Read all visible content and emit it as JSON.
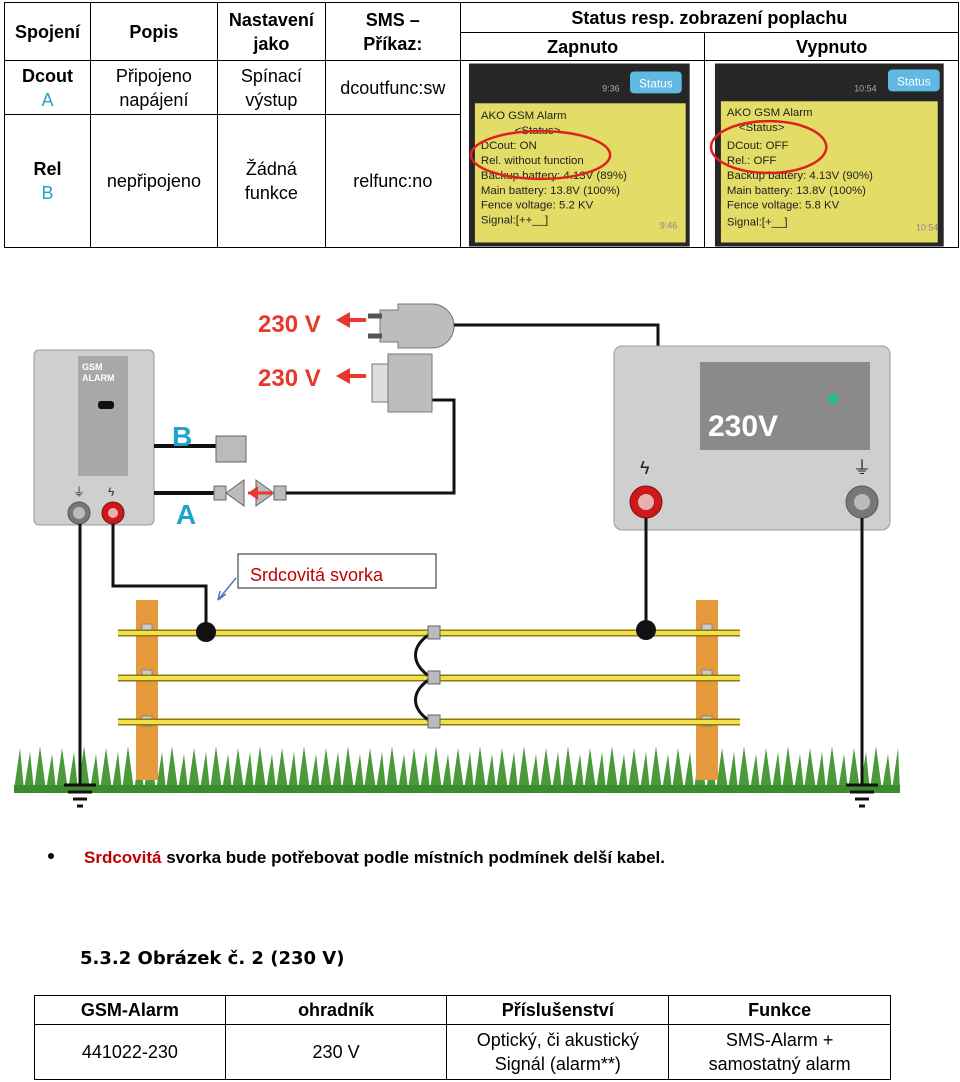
{
  "top_table": {
    "headers": {
      "spojeni": "Spojení",
      "popis": "Popis",
      "nastaveni": "Nastavení jako",
      "sms": "SMS – Příkaz:",
      "status": "Status resp. zobrazení poplachu",
      "zapnuto": "Zapnuto",
      "vypnuto": "Vypnuto"
    },
    "rows": [
      {
        "spojeni": "Dcout",
        "letter": "A",
        "popis": "Připojeno napájení",
        "nastaveni": "Spínací výstup",
        "sms": "dcoutfunc:sw"
      },
      {
        "spojeni": "Rel",
        "letter": "B",
        "popis": "nepřipojeno",
        "nastaveni": "Žádná funkce",
        "sms": "relfunc:no"
      }
    ],
    "screens": {
      "on": {
        "status_btn": "Status",
        "time": "9:36",
        "time2": "9:46",
        "lines": [
          "AKO GSM Alarm",
          "<Status>",
          "DCout: ON",
          "Rel. without function",
          "Backup battery: 4.13V (89%)",
          "Main battery: 13.8V (100%)",
          "Fence voltage: 5.2 KV",
          "Signal:[++__]"
        ]
      },
      "off": {
        "status_btn": "Status",
        "time": "10:54",
        "time2": "10:54",
        "lines": [
          "AKO GSM Alarm",
          "<Status>",
          "DCout: OFF",
          "Rel.: OFF",
          "Backup battery: 4.13V (90%)",
          "Main battery: 13.8V (100%)",
          "Fence voltage: 5.8 KV",
          "Signal:[+__]"
        ]
      }
    }
  },
  "diagram": {
    "plug1_label": "230 V",
    "plug2_label": "230 V",
    "device_label_1": "GSM",
    "device_label_2": "ALARM",
    "conn_b": "B",
    "conn_a": "A",
    "energizer_label": "230V",
    "callout": "Srdcovitá svorka"
  },
  "note": {
    "highlight": "Srdcovitá",
    "rest": " svorka bude potřebovat podle místních podmínek delší kabel."
  },
  "caption": "5.3.2 Obrázek č. 2 (230 V)",
  "bottom_table": {
    "headers": [
      "GSM-Alarm",
      "ohradník",
      "Příslušenství",
      "Funkce"
    ],
    "row": [
      "441022-230",
      "230 V",
      "Optický, či akustický Signál (alarm**)",
      "SMS-Alarm + samostatný alarm"
    ]
  },
  "colors": {
    "accent_blue": "#1fa3c9",
    "arrow_red": "#e8372c",
    "wire_yellow": "#f2e14a",
    "post_orange": "#e79a3c"
  }
}
